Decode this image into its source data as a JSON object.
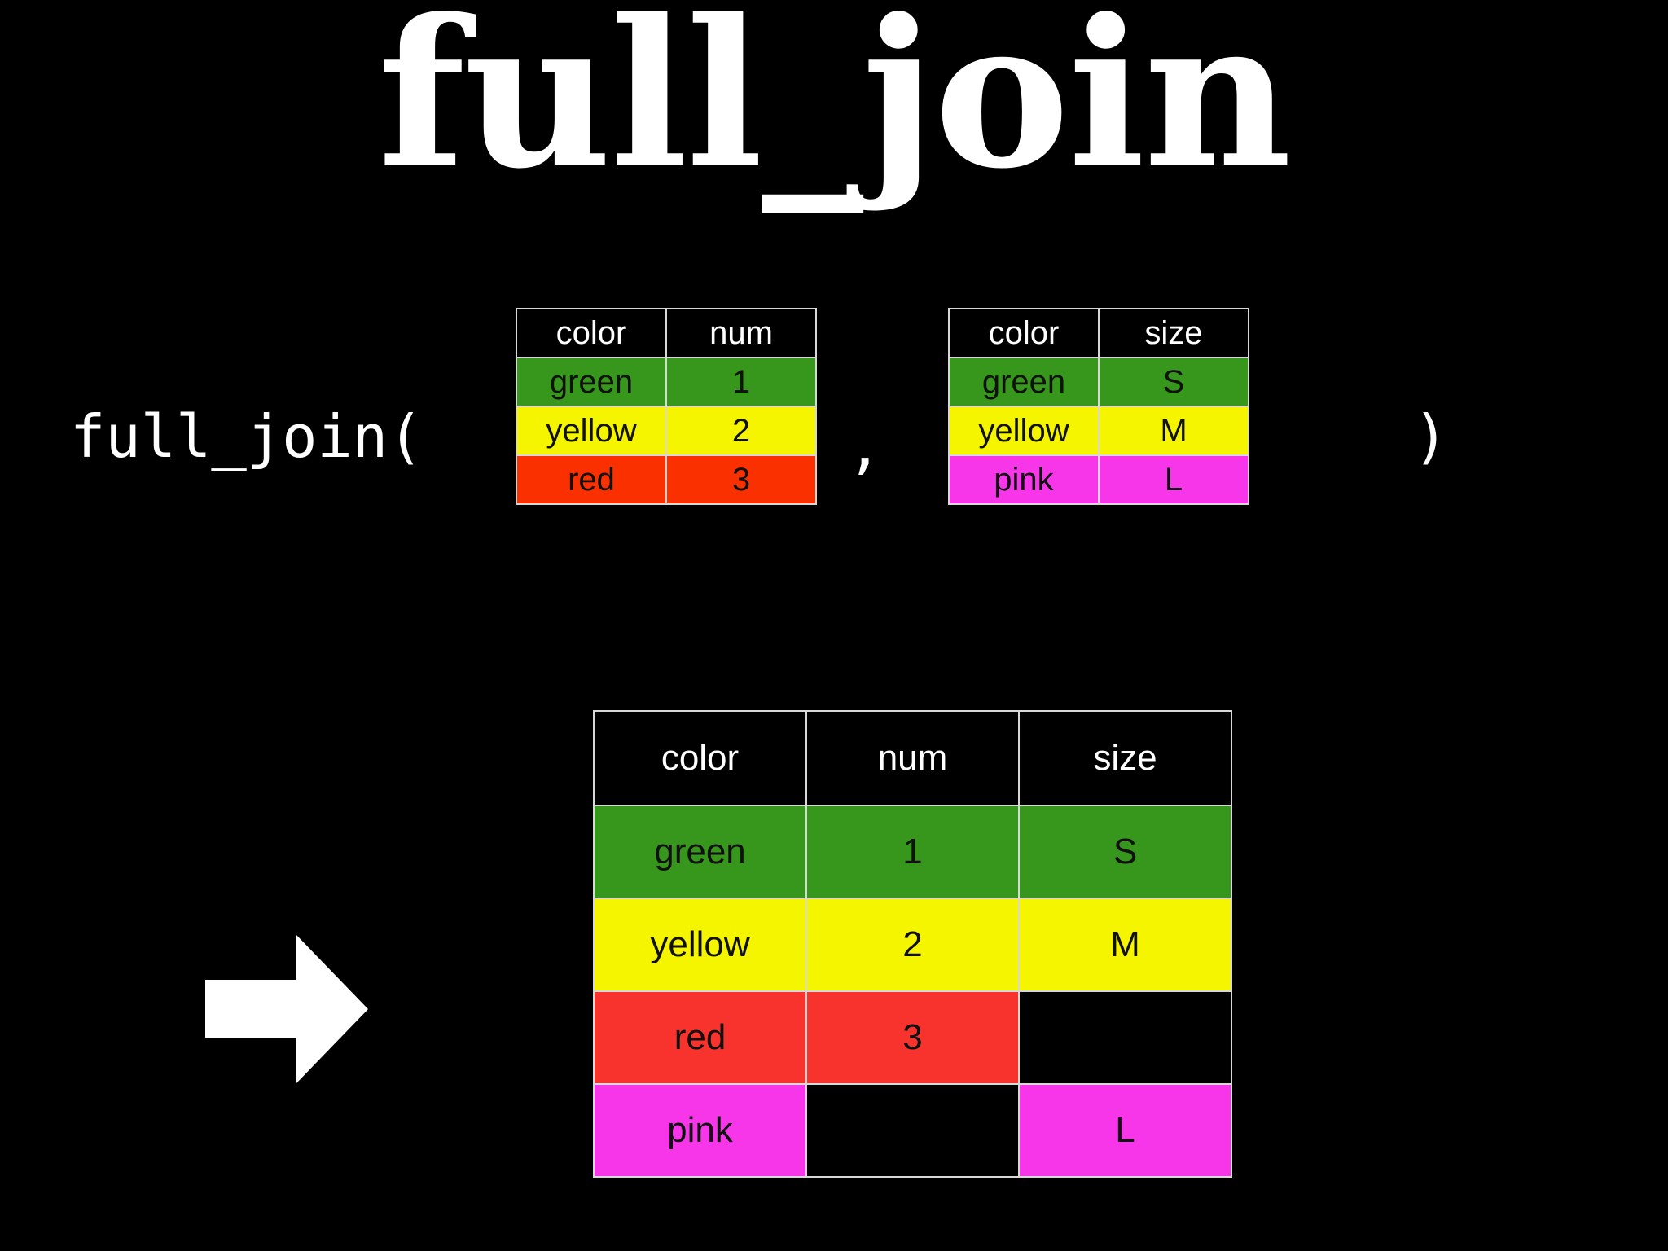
{
  "slide": {
    "title": "full_join",
    "background_color": "#000000",
    "title_color": "#ffffff"
  },
  "code": {
    "open": "full_join(",
    "separator": ",",
    "close": ")"
  },
  "arrow": {
    "icon": "arrow-right-icon",
    "color": "#ffffff"
  },
  "palette": {
    "green": "#37971c",
    "yellow": "#f5f500",
    "red_input": "#fb3000",
    "red_result": "#f8322c",
    "pink": "#f736ea",
    "black": "#000000",
    "border": "#d8d8d8",
    "text_dark": "#111111",
    "text_light": "#ffffff"
  },
  "tables": {
    "left": {
      "name": "x-table",
      "headers": [
        "color",
        "num"
      ],
      "rows": [
        {
          "cells": [
            "green",
            "1"
          ],
          "bg": "#37971c"
        },
        {
          "cells": [
            "yellow",
            "2"
          ],
          "bg": "#f5f500"
        },
        {
          "cells": [
            "red",
            "3"
          ],
          "bg": "#fb3000"
        }
      ]
    },
    "right": {
      "name": "y-table",
      "headers": [
        "color",
        "size"
      ],
      "rows": [
        {
          "cells": [
            "green",
            "S"
          ],
          "bg": "#37971c"
        },
        {
          "cells": [
            "yellow",
            "M"
          ],
          "bg": "#f5f500"
        },
        {
          "cells": [
            "pink",
            "L"
          ],
          "bg": "#f736ea"
        }
      ]
    },
    "result": {
      "name": "result-table",
      "headers": [
        "color",
        "num",
        "size"
      ],
      "rows": [
        {
          "cells": [
            "green",
            "1",
            "S"
          ],
          "bg": "#37971c",
          "empty": []
        },
        {
          "cells": [
            "yellow",
            "2",
            "M"
          ],
          "bg": "#f5f500",
          "empty": []
        },
        {
          "cells": [
            "red",
            "3",
            ""
          ],
          "bg": "#f8322c",
          "empty": [
            2
          ]
        },
        {
          "cells": [
            "pink",
            "",
            "L"
          ],
          "bg": "#f736ea",
          "empty": [
            1
          ]
        }
      ]
    }
  }
}
